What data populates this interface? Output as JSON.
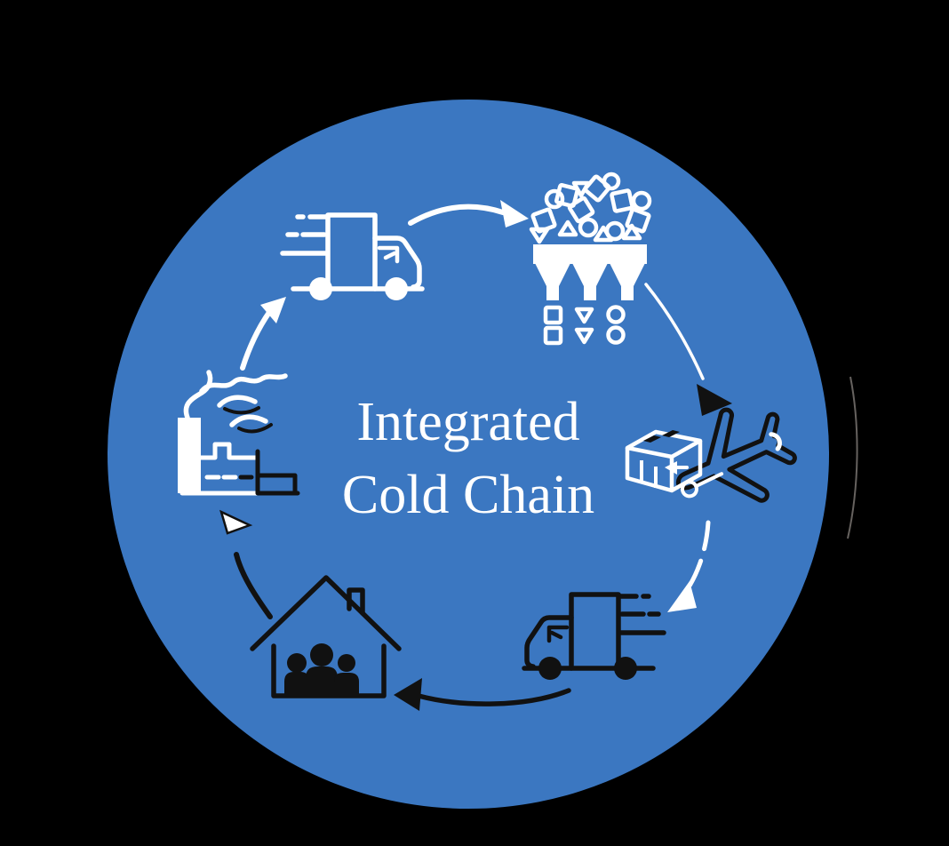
{
  "title": {
    "line1": "Integrated",
    "line2": "Cold Chain"
  },
  "colors": {
    "bg": "#000000",
    "blue": "#3b77c1",
    "light": "#ffffff",
    "dark": "#111111"
  },
  "cycle": {
    "name": "Integrated Cold Chain",
    "stages": [
      {
        "icon": "factory-icon",
        "style": "light",
        "position": "left"
      },
      {
        "icon": "fast-delivery-truck-icon",
        "style": "light",
        "position": "top-left"
      },
      {
        "icon": "sorting-hopper-icon",
        "style": "light",
        "position": "top-right"
      },
      {
        "icon": "air-freight-plane-with-package-icon",
        "style": "dark",
        "position": "right"
      },
      {
        "icon": "fast-delivery-truck-icon",
        "style": "dark",
        "position": "bottom-right"
      },
      {
        "icon": "household-family-icon",
        "style": "dark",
        "position": "bottom-left"
      }
    ],
    "arrows": [
      "factory-to-truck",
      "truck-to-sorting",
      "sorting-to-plane",
      "plane-to-truck",
      "truck-to-household",
      "household-to-factory"
    ]
  }
}
